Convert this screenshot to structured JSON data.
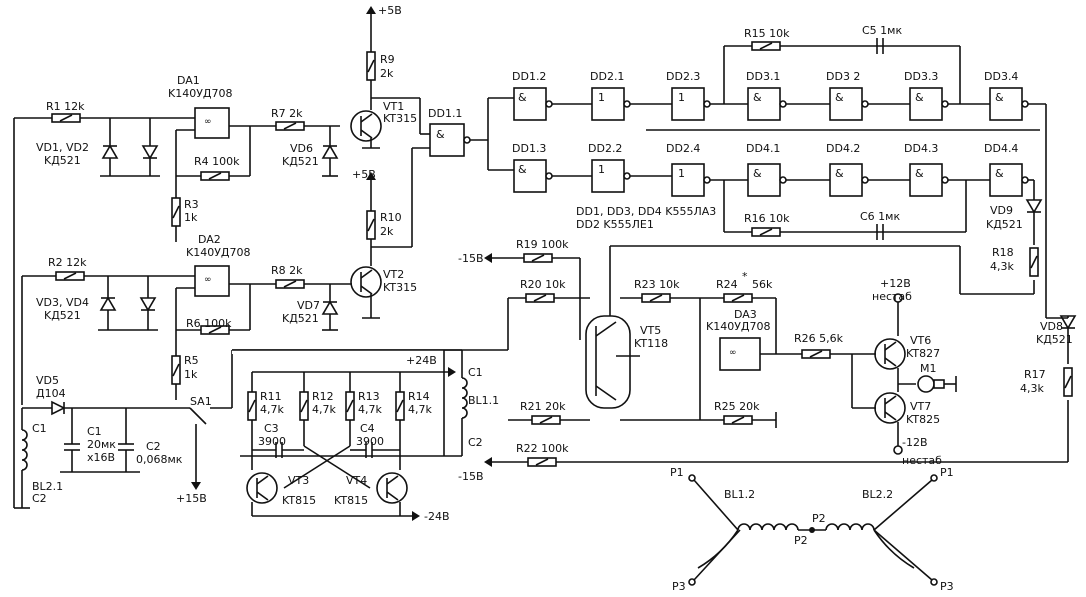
{
  "labels": {
    "p5v_top": "+5В",
    "R9": "R9",
    "R9v": "2k",
    "VT1": "VT1",
    "VT1t": "KT315",
    "DA1": "DA1",
    "DA1t": "K140УД708",
    "R1": "R1 12k",
    "VD12": "VD1, VD2",
    "VD12t": "KД521",
    "R4": "R4 100k",
    "R7": "R7 2k",
    "VD6": "VD6",
    "VD6t": "KД521",
    "R3": "R3",
    "R3v": "1k",
    "p5v_mid": "+5В",
    "R10": "R10",
    "R10v": "2k",
    "DA2": "DA2",
    "DA2t": "K140УД708",
    "R2": "R2 12k",
    "VD34": "VD3, VD4",
    "VD34t": "KД521",
    "R8": "R8 2k",
    "VT2": "VT2",
    "VT2t": "KT315",
    "R6": "R6 100k",
    "VD7": "VD7",
    "VD7t": "KД521",
    "R5": "R5",
    "R5v": "1k",
    "VD5": "VD5",
    "VD5t": "Д104",
    "C1l": "C1",
    "BL21": "BL2.1",
    "C2l": "C2",
    "C1c": "C1",
    "C1v": "20мк",
    "C1v2": "x16В",
    "C2c": "C2",
    "C2v": "0,068мк",
    "SA1": "SA1",
    "p15v": "+15В",
    "DD11": "DD1.1",
    "DD12": "DD1.2",
    "DD21": "DD2.1",
    "DD23": "DD2.3",
    "DD31": "DD3.1",
    "DD32": "DD3 2",
    "DD33": "DD3.3",
    "DD34": "DD3.4",
    "DD13": "DD1.3",
    "DD22": "DD2.2",
    "DD24": "DD2.4",
    "DD41": "DD4.1",
    "DD42": "DD4.2",
    "DD43": "DD4.3",
    "DD44": "DD4.4",
    "R15": "R15 10k",
    "C5": "C5 1мк",
    "R16": "R16 10k",
    "C6": "C6 1мк",
    "chips1": "DD1, DD3, DD4 K555ЛA3",
    "chips2": "DD2 K555ЛE1",
    "VD9": "VD9",
    "VD9t": "KД521",
    "R18": "R18",
    "R18v": "4,3k",
    "VD8": "VD8",
    "VD8t": "KД521",
    "R17": "R17",
    "R17v": "4,3k",
    "m15a": "-15В",
    "R19": "R19 100k",
    "R20": "R20 10k",
    "R23": "R23 10k",
    "R24": "R24",
    "R24s": "*",
    "R24v": "56k",
    "VT5": "VT5",
    "VT5t": "KT118",
    "DA3": "DA3",
    "DA3t": "K140УД708",
    "R26": "R26 5,6k",
    "p12": "+12В",
    "p12n": "нестаб",
    "VT6": "VT6",
    "VT6t": "KT827",
    "M1": "M1",
    "VT7": "VT7",
    "VT7t": "KT825",
    "m12": "-12В",
    "m12n": "нестаб",
    "R21": "R21 20k",
    "R25": "R25 20k",
    "R22": "R22 100k",
    "m15b": "-15В",
    "p24": "+24В",
    "R11": "R11",
    "R11v": "4,7k",
    "R12": "R12",
    "R12v": "4,7k",
    "R13": "R13",
    "R13v": "4,7k",
    "R14": "R14",
    "R14v": "4,7k",
    "C3": "C3",
    "C3v": "3900",
    "C4": "C4",
    "C4v": "3900",
    "VT3": "VT3",
    "VT3t": "KT815",
    "VT4": "VT4",
    "VT4t": "KT815",
    "m24": "-24В",
    "C1r": "C1",
    "BL11": "BL1.1",
    "C2r": "C2",
    "P1a": "P1",
    "P1b": "P1",
    "P3a": "P3",
    "P3b": "P3",
    "BL12": "BL1.2",
    "BL22": "BL2.2",
    "P2a": "P2",
    "P2b": "P2",
    "g_amp": "&",
    "g_one": "1",
    "opamp_mark": "∞"
  }
}
